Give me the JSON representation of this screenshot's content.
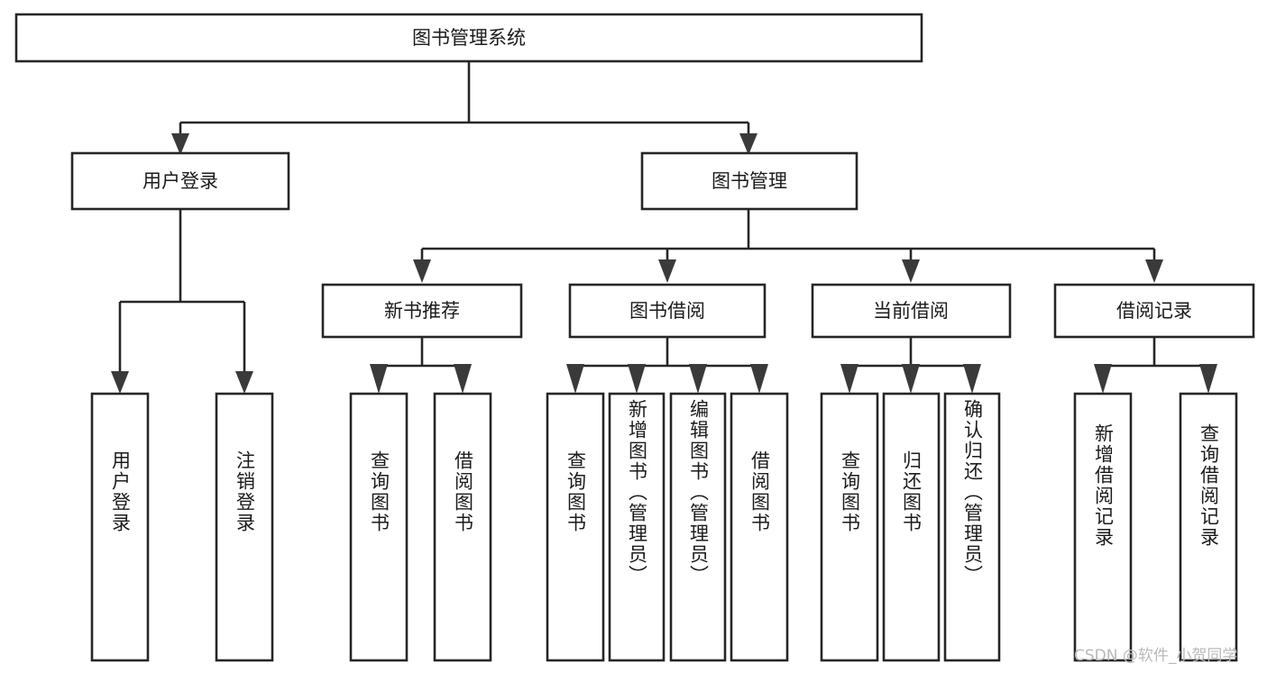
{
  "diagram": {
    "type": "tree-hierarchy",
    "title": "图书管理系统",
    "root": {
      "id": "root",
      "label": "图书管理系统"
    },
    "level2": [
      {
        "id": "user-login",
        "label": "用户登录"
      },
      {
        "id": "book-manage",
        "label": "图书管理"
      }
    ],
    "level3": [
      {
        "id": "new-book-recommend",
        "label": "新书推荐",
        "parent": "book-manage"
      },
      {
        "id": "book-borrow",
        "label": "图书借阅",
        "parent": "book-manage"
      },
      {
        "id": "current-borrow",
        "label": "当前借阅",
        "parent": "book-manage"
      },
      {
        "id": "borrow-record",
        "label": "借阅记录",
        "parent": "book-manage"
      }
    ],
    "leaves": [
      {
        "id": "leaf-user-login",
        "label": "用户登录",
        "parent": "user-login"
      },
      {
        "id": "leaf-user-logout",
        "label": "注销登录",
        "parent": "user-login"
      },
      {
        "id": "leaf-query-book-1",
        "label": "查询图书",
        "parent": "new-book-recommend"
      },
      {
        "id": "leaf-borrow-book-1",
        "label": "借阅图书",
        "parent": "new-book-recommend"
      },
      {
        "id": "leaf-query-book-2",
        "label": "查询图书",
        "parent": "book-borrow"
      },
      {
        "id": "leaf-add-book",
        "label": "新增图书（管理员）",
        "parent": "book-borrow"
      },
      {
        "id": "leaf-edit-book",
        "label": "编辑图书（管理员）",
        "parent": "book-borrow"
      },
      {
        "id": "leaf-borrow-book-2",
        "label": "借阅图书",
        "parent": "book-borrow"
      },
      {
        "id": "leaf-query-book-3",
        "label": "查询图书",
        "parent": "current-borrow"
      },
      {
        "id": "leaf-return-book",
        "label": "归还图书",
        "parent": "current-borrow"
      },
      {
        "id": "leaf-confirm-return",
        "label": "确认归还（管理员）",
        "parent": "current-borrow"
      },
      {
        "id": "leaf-add-record",
        "label": "新增借阅记录",
        "parent": "borrow-record"
      },
      {
        "id": "leaf-query-record",
        "label": "查询借阅记录",
        "parent": "borrow-record"
      }
    ],
    "colors": {
      "stroke": "#262626",
      "fill": "#ffffff",
      "text": "#1b1b1b",
      "watermark": "#b9b9b9"
    }
  },
  "watermark": {
    "text": "CSDN @软件_小贺同学"
  }
}
